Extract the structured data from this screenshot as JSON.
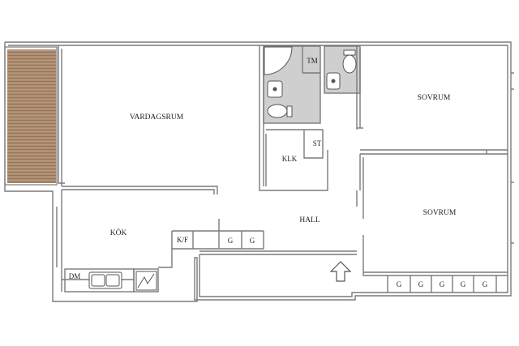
{
  "rooms": {
    "vardagsrum": "VARDAGSRUM",
    "kok": "KÖK",
    "hall": "HALL",
    "sovrum_1": "SOVRUM",
    "sovrum_2": "SOVRUM",
    "klk": "KLK",
    "st": "ST",
    "tm": "TM",
    "kf": "K/F",
    "dm": "DM"
  },
  "wardrobes": {
    "hall": [
      "G",
      "G"
    ],
    "sovrum": [
      "G",
      "G",
      "G",
      "G",
      "G"
    ]
  },
  "colors": {
    "wall": "#7a7a7a",
    "bathroom_floor": "#cfcfcf",
    "balcony_wood": "#a9876a",
    "text": "#222222"
  },
  "icons": {
    "entrance": "entrance-arrow-icon",
    "stove": "stove-icon",
    "sink": "kitchen-sink-icon",
    "toilet": "toilet-icon",
    "washbasin": "washbasin-icon",
    "shower": "shower-icon"
  }
}
